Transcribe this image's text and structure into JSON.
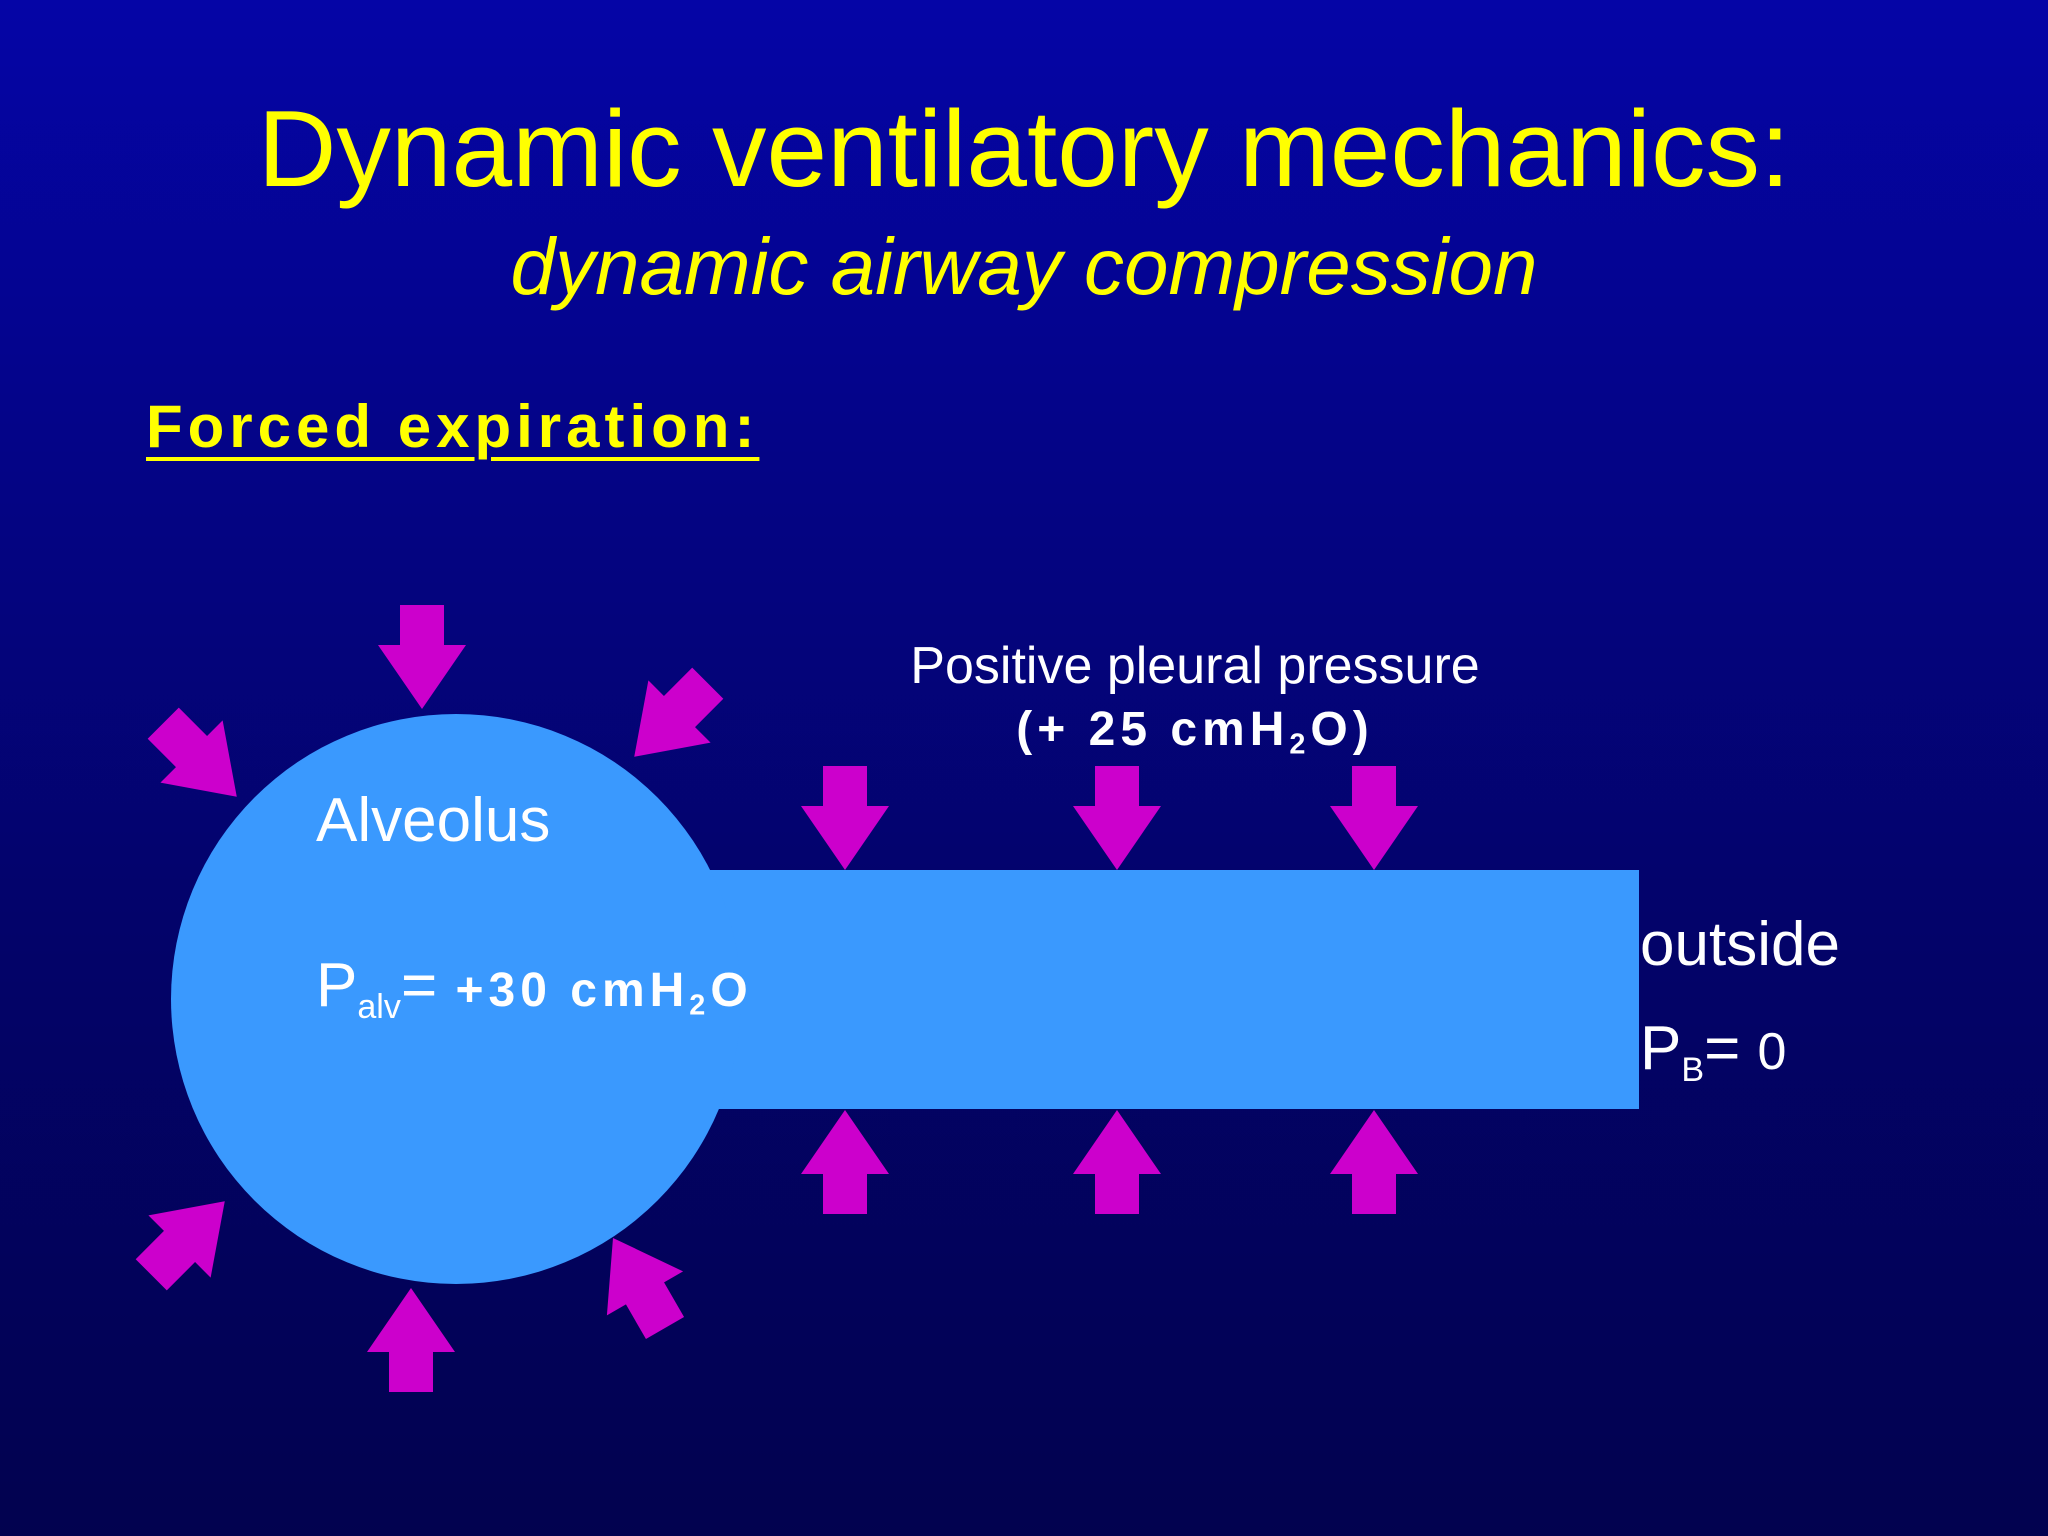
{
  "title": "Dynamic ventilatory mechanics:",
  "subtitle": "dynamic airway compression",
  "section_heading": "Forced expiration:",
  "pleural": {
    "label": "Positive pleural pressure",
    "value_open": "(+ 25 cmH",
    "value_sub": "2",
    "value_close": "O)"
  },
  "alveolus": {
    "label": "Alveolus",
    "pressure_symbol": "P",
    "pressure_sub": "alv",
    "equals": "=",
    "pressure_value": " +30 cmH",
    "pressure_value_sub": "2",
    "pressure_value_end": "O"
  },
  "outside": {
    "label": "outside",
    "pressure_symbol": "P",
    "pressure_sub": "B",
    "equals": "= ",
    "pressure_value": "0"
  },
  "colors": {
    "background_top": "#0505a6",
    "background_bottom": "#02024f",
    "title_text": "#ffff00",
    "airway_fill": "#3a99fe",
    "arrow_fill": "#cc00cc",
    "label_text": "#ffffff"
  },
  "icons": {
    "pressure_arrow": "arrow-icon"
  }
}
